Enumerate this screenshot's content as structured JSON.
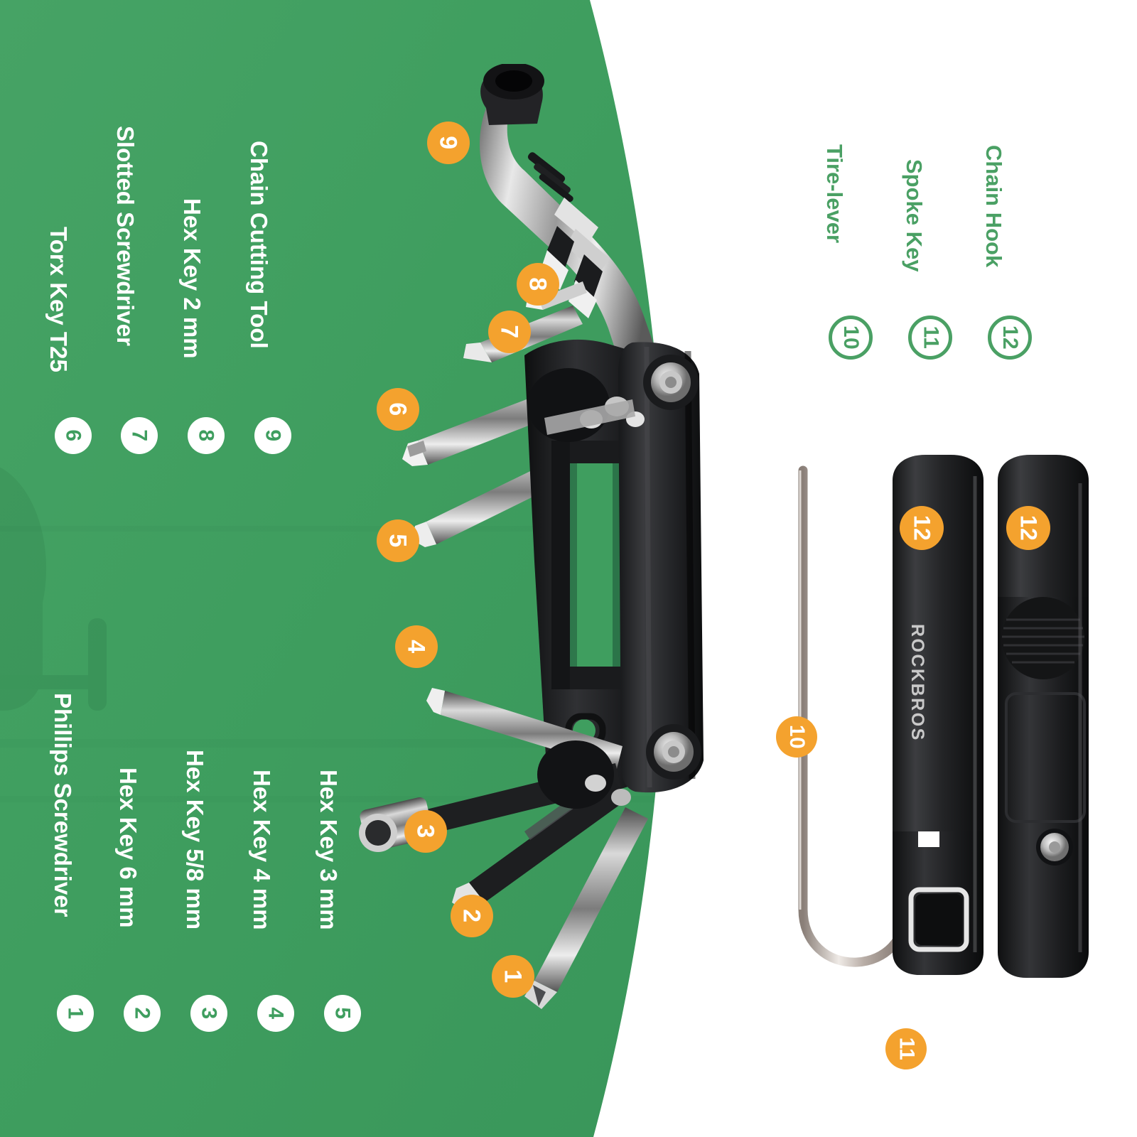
{
  "product": {
    "brand": "ROCKBROS",
    "accent_orange": "#f4a22e",
    "accent_green": "#4aa064",
    "panel_green": "#3f9e5f",
    "text_white": "#ffffff"
  },
  "green_panel_items": {
    "group_top": [
      {
        "num": "6",
        "label": "Torx Key T25"
      },
      {
        "num": "7",
        "label": "Slotted Screwdriver"
      },
      {
        "num": "8",
        "label": "Hex Key 2 mm"
      },
      {
        "num": "9",
        "label": "Chain Cutting Tool"
      }
    ],
    "group_bottom": [
      {
        "num": "1",
        "label": "Phillips Screwdriver"
      },
      {
        "num": "2",
        "label": "Hex Key 6 mm"
      },
      {
        "num": "3",
        "label": "Hex Key 5/8 mm"
      },
      {
        "num": "4",
        "label": "Hex Key 4 mm"
      },
      {
        "num": "5",
        "label": "Hex Key 3 mm"
      }
    ]
  },
  "white_panel_items": [
    {
      "num": "10",
      "label": "Tire-lever"
    },
    {
      "num": "11",
      "label": "Spoke Key"
    },
    {
      "num": "12",
      "label": "Chain Hook"
    }
  ],
  "callouts_on_tool": [
    {
      "num": "9"
    },
    {
      "num": "8"
    },
    {
      "num": "7"
    },
    {
      "num": "6"
    },
    {
      "num": "5"
    },
    {
      "num": "4"
    },
    {
      "num": "3"
    },
    {
      "num": "2"
    },
    {
      "num": "1"
    }
  ],
  "callouts_on_accessories": [
    {
      "num": "10"
    },
    {
      "num": "11"
    },
    {
      "num": "12"
    },
    {
      "num": "12"
    }
  ]
}
